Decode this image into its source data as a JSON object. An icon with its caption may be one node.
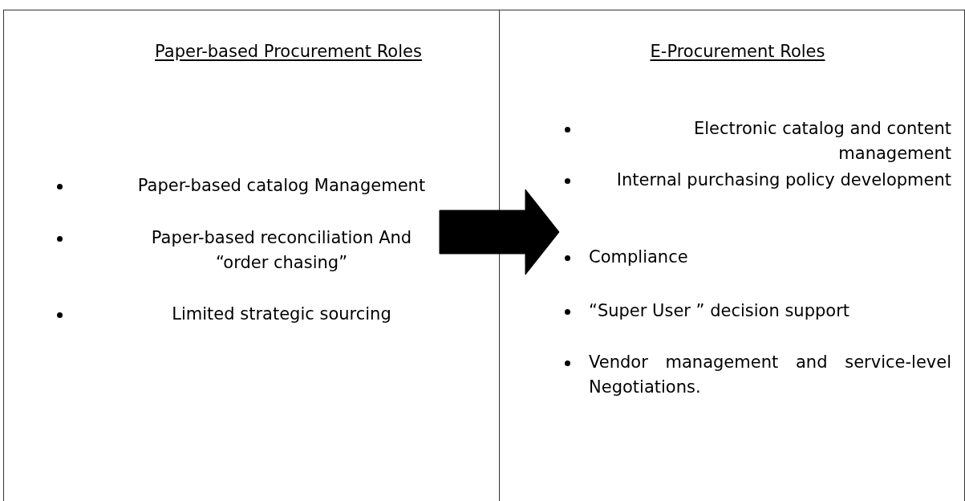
{
  "diagram": {
    "nodes": [
      {
        "text": [
          "Paper-based Procurement Roles"
        ]
      },
      {
        "text": [
          "E-Procurement Roles"
        ]
      },
      {
        "text": [
          "Paper-based catalog Management",
          "Paper-based reconciliation And “order chasing”",
          "Limited strategic sourcing"
        ],
        "in": 0
      },
      {
        "text": [
          "Electronic catalog and content management",
          "Internal purchasing policy development",
          "Compliance",
          "“Super User ” decision support",
          "Vendor management and service-level Negotiations."
        ],
        "in": 1
      }
    ],
    "edges": [
      {
        "from": 2,
        "to": 3,
        "arrow": "to",
        "style": "thick"
      }
    ]
  }
}
